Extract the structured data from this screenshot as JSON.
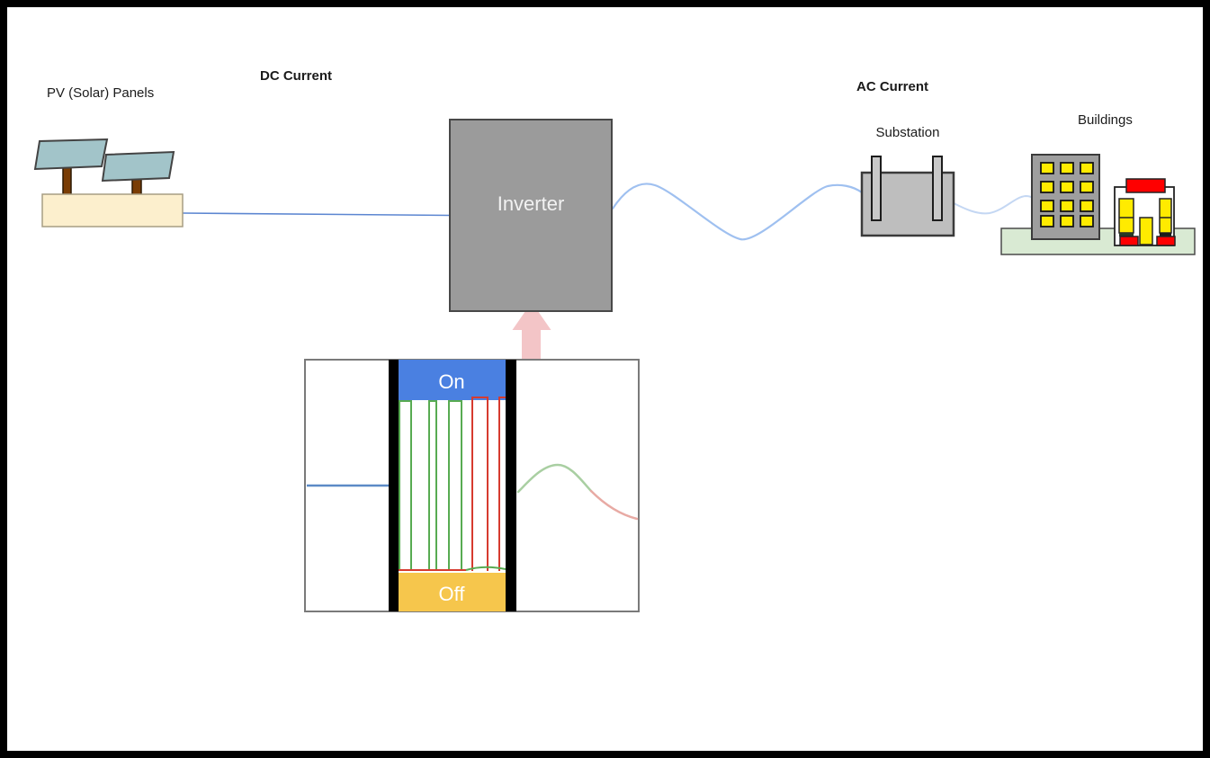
{
  "nodes": {
    "pv_panels": {
      "label": "PV (Solar) Panels"
    },
    "dc_current": {
      "label": "DC Current"
    },
    "inverter": {
      "label": "Inverter"
    },
    "ac_current": {
      "label": "AC Current"
    },
    "substation": {
      "label": "Substation"
    },
    "buildings": {
      "label": "Buildings"
    }
  },
  "inverter_switch_detail": {
    "on_label": "On",
    "off_label": "Off"
  },
  "colors": {
    "frame": "#000000",
    "canvas": "#ffffff",
    "inverter_fill": "#9b9b9b",
    "inverter_text": "#f2f2f2",
    "solar_panel_fill": "#a2c4c9",
    "solar_post_fill": "#7a3d05",
    "solar_base_fill": "#fcefcd",
    "dc_line": "#5c86d1",
    "ac_wave": "#9fc0f0",
    "ac_wave_light": "#c4d7f3",
    "on_bar_blue": "#4a80e1",
    "off_bar_gold": "#f6c64c",
    "pulse_green": "#58ab52",
    "pulse_red": "#d63b2f",
    "output_wave_green": "#a9cfa2",
    "output_wave_red": "#e8aaa4",
    "arrow_pink": "#f3c5c7",
    "switch_rail_black": "#000000",
    "substation_fill": "#bebebe",
    "building_gray": "#9e9e9e",
    "window_yellow": "#ffeb00",
    "sign_red": "#fe0000",
    "ground_green": "#d9ead3"
  }
}
